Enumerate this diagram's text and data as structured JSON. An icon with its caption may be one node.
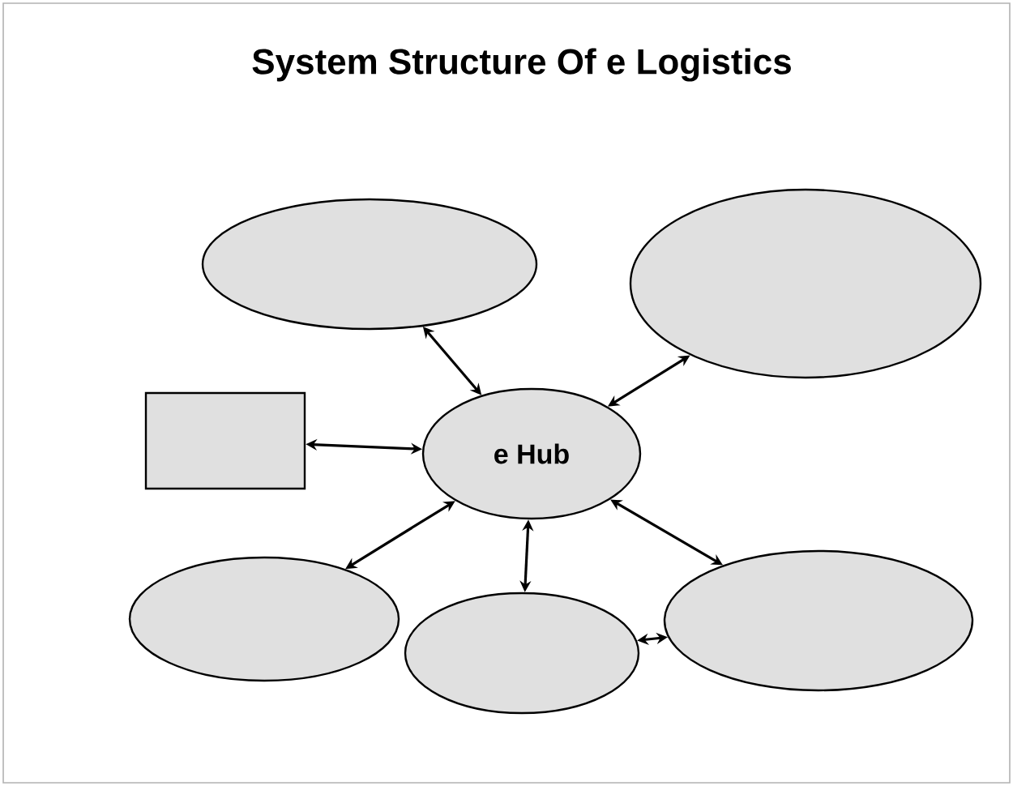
{
  "diagram": {
    "title": "System Structure Of e Logistics",
    "nodes": [
      {
        "text": [
          "e Hub"
        ]
      },
      {
        "text": [],
        "shape": "ellipse"
      },
      {
        "text": [],
        "shape": "ellipse"
      },
      {
        "text": [],
        "shape": "box"
      },
      {
        "text": [],
        "shape": "ellipse"
      },
      {
        "text": [],
        "shape": "ellipse"
      },
      {
        "text": [],
        "shape": "ellipse"
      }
    ],
    "edges": [
      {
        "from": 1,
        "to": 0,
        "arrow": "both"
      },
      {
        "from": 2,
        "to": 0,
        "arrow": "both"
      },
      {
        "from": 3,
        "to": 0,
        "arrow": "both"
      },
      {
        "from": 4,
        "to": 0,
        "arrow": "both"
      },
      {
        "from": 5,
        "to": 0,
        "arrow": "both"
      },
      {
        "from": 6,
        "to": 0,
        "arrow": "both"
      },
      {
        "from": 5,
        "to": 6,
        "arrow": "both"
      }
    ]
  }
}
